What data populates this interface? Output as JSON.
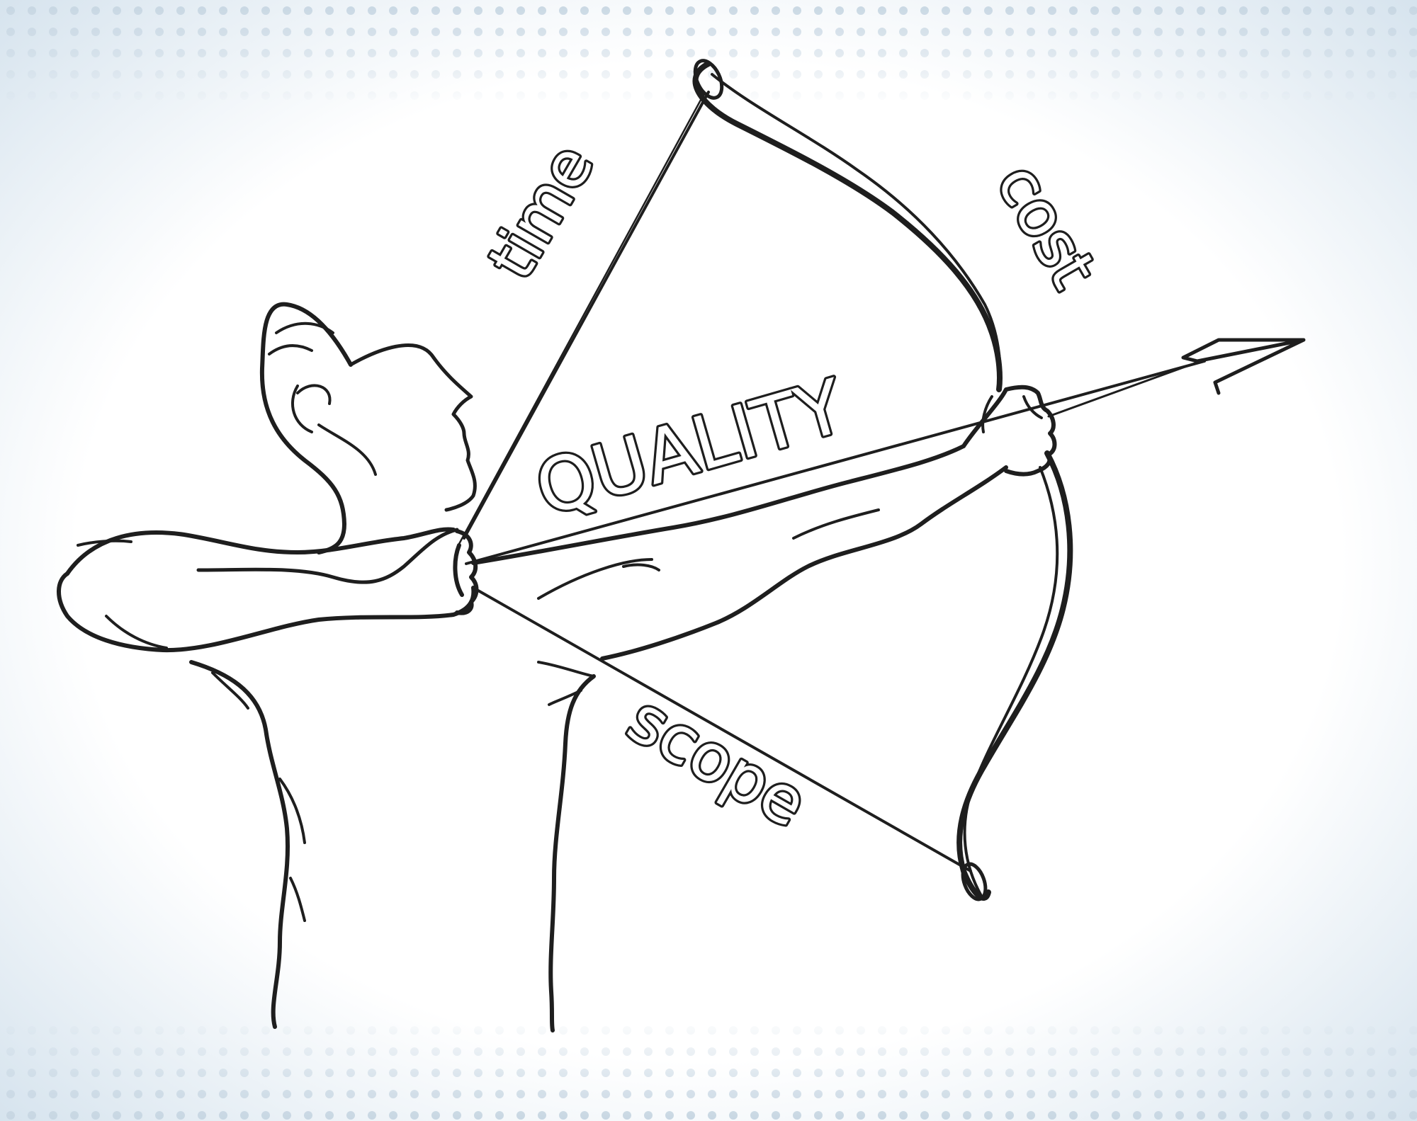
{
  "image": {
    "subject": "archer-drawing-bow-sketch",
    "colors": {
      "ink": "#1e1e1e",
      "background_center": "#ffffff",
      "background_edge": "#d4e2ed",
      "dot_pattern": "#c7d6e2"
    }
  },
  "labels": {
    "time": "time",
    "cost": "cost",
    "quality": "QUALITY",
    "scope": "scope"
  }
}
